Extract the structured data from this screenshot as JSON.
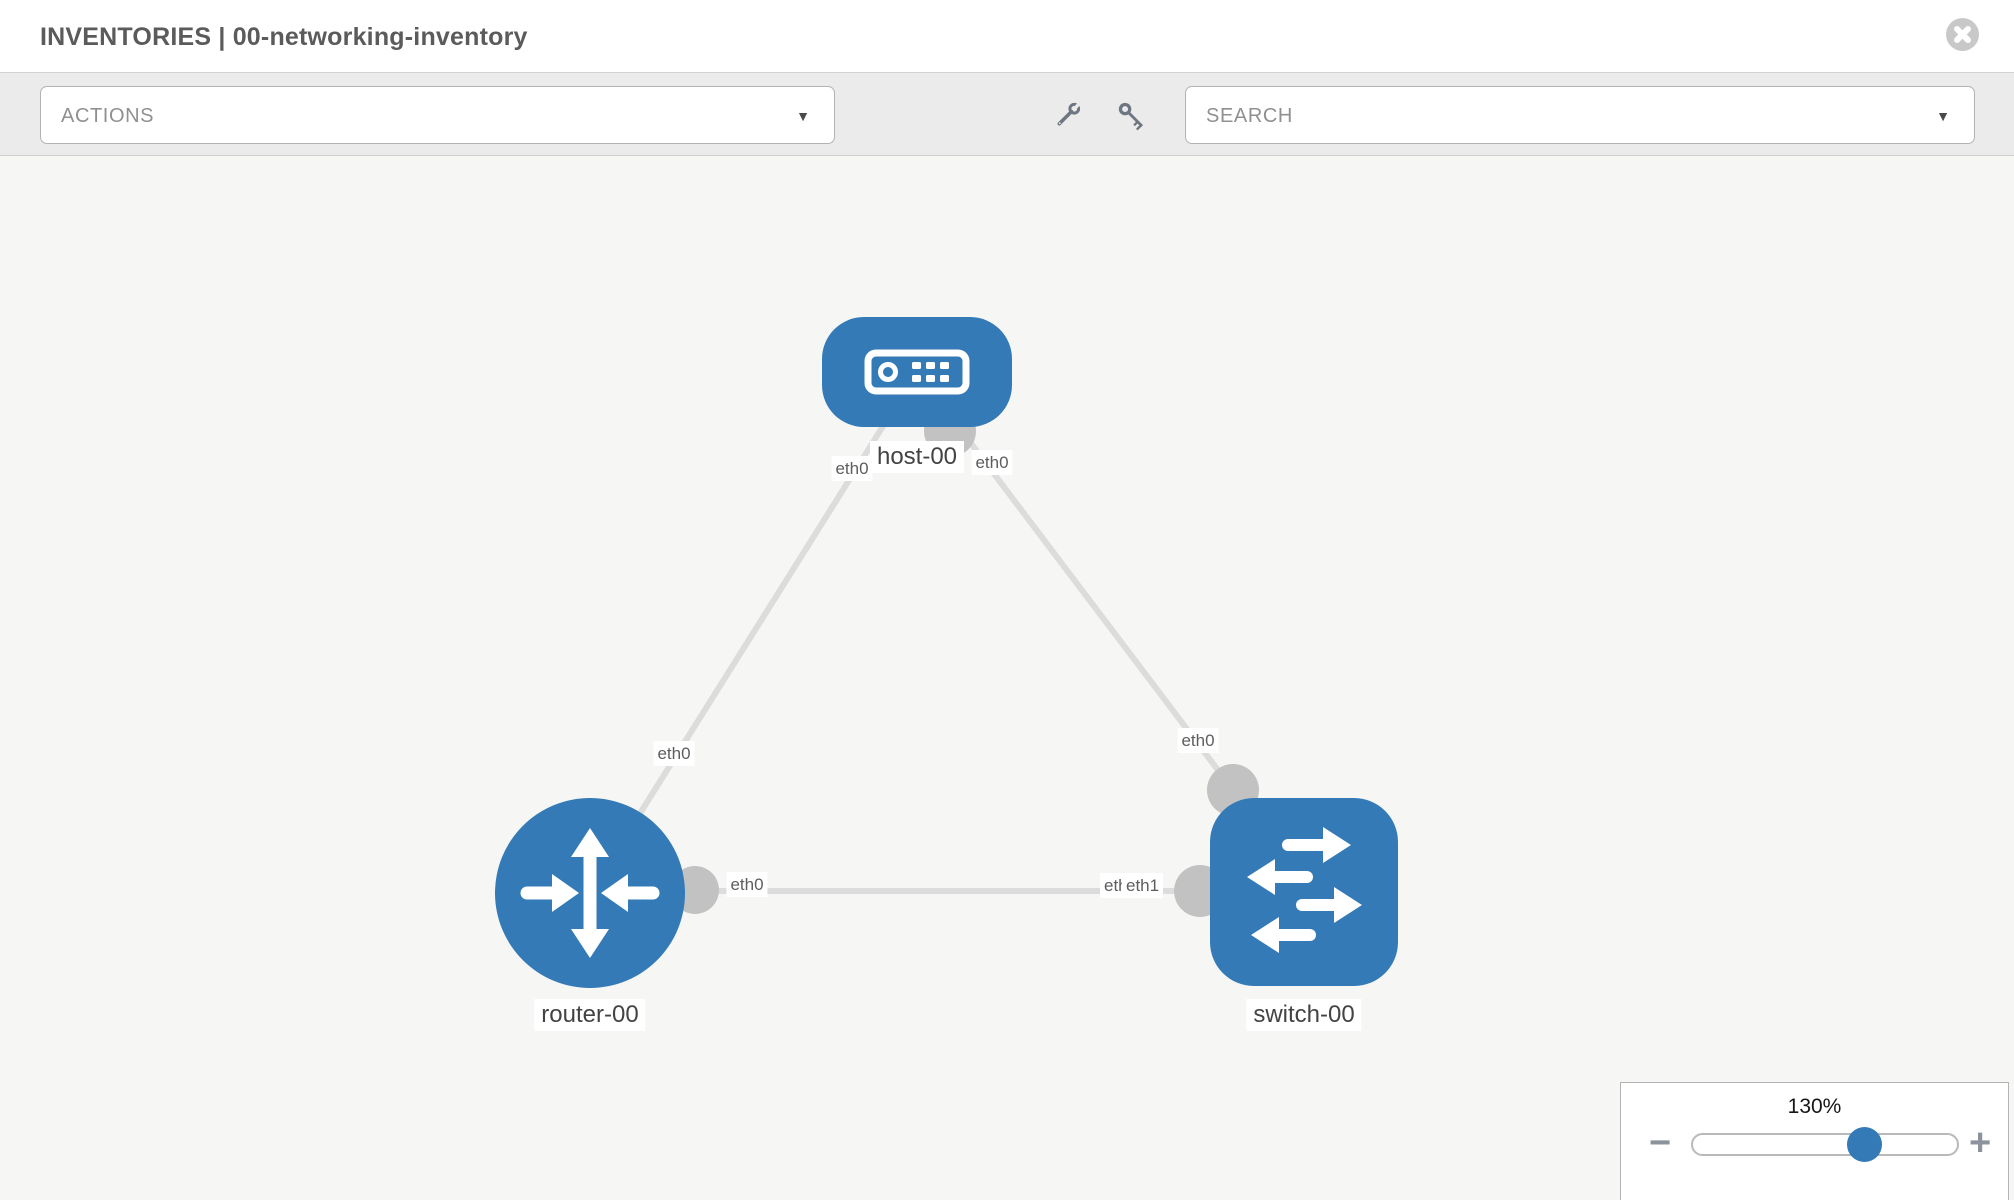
{
  "header": {
    "title": "INVENTORIES | 00-networking-inventory"
  },
  "toolbar": {
    "actions": {
      "label": "ACTIONS"
    },
    "search": {
      "label": "SEARCH"
    },
    "caret_glyph": "▼",
    "icons": [
      "wrench-icon",
      "key-icon"
    ]
  },
  "diagram": {
    "nodes": [
      {
        "id": "host-00",
        "type": "host",
        "label": "host-00"
      },
      {
        "id": "router-00",
        "type": "router",
        "label": "router-00"
      },
      {
        "id": "switch-00",
        "type": "switch",
        "label": "switch-00"
      }
    ],
    "links": [
      {
        "from": "host-00",
        "to": "router-00",
        "from_interface": "eth0",
        "to_interface": "eth0"
      },
      {
        "from": "host-00",
        "to": "switch-00",
        "from_interface": "eth0",
        "to_interface": "eth0"
      },
      {
        "from": "router-00",
        "to": "switch-00",
        "from_interface": "eth0",
        "to_interface": "eth1"
      }
    ],
    "occluded_label": "eth0"
  },
  "zoom_control": {
    "value": "130%",
    "minus_label": "−",
    "plus_label": "+"
  },
  "colors": {
    "node_blue": "#337ab7",
    "link_gray": "#dcdcdc",
    "interface_gray": "#c2c2c2",
    "canvas_bg": "#f6f6f5",
    "toolbar_bg": "#ebebeb"
  }
}
